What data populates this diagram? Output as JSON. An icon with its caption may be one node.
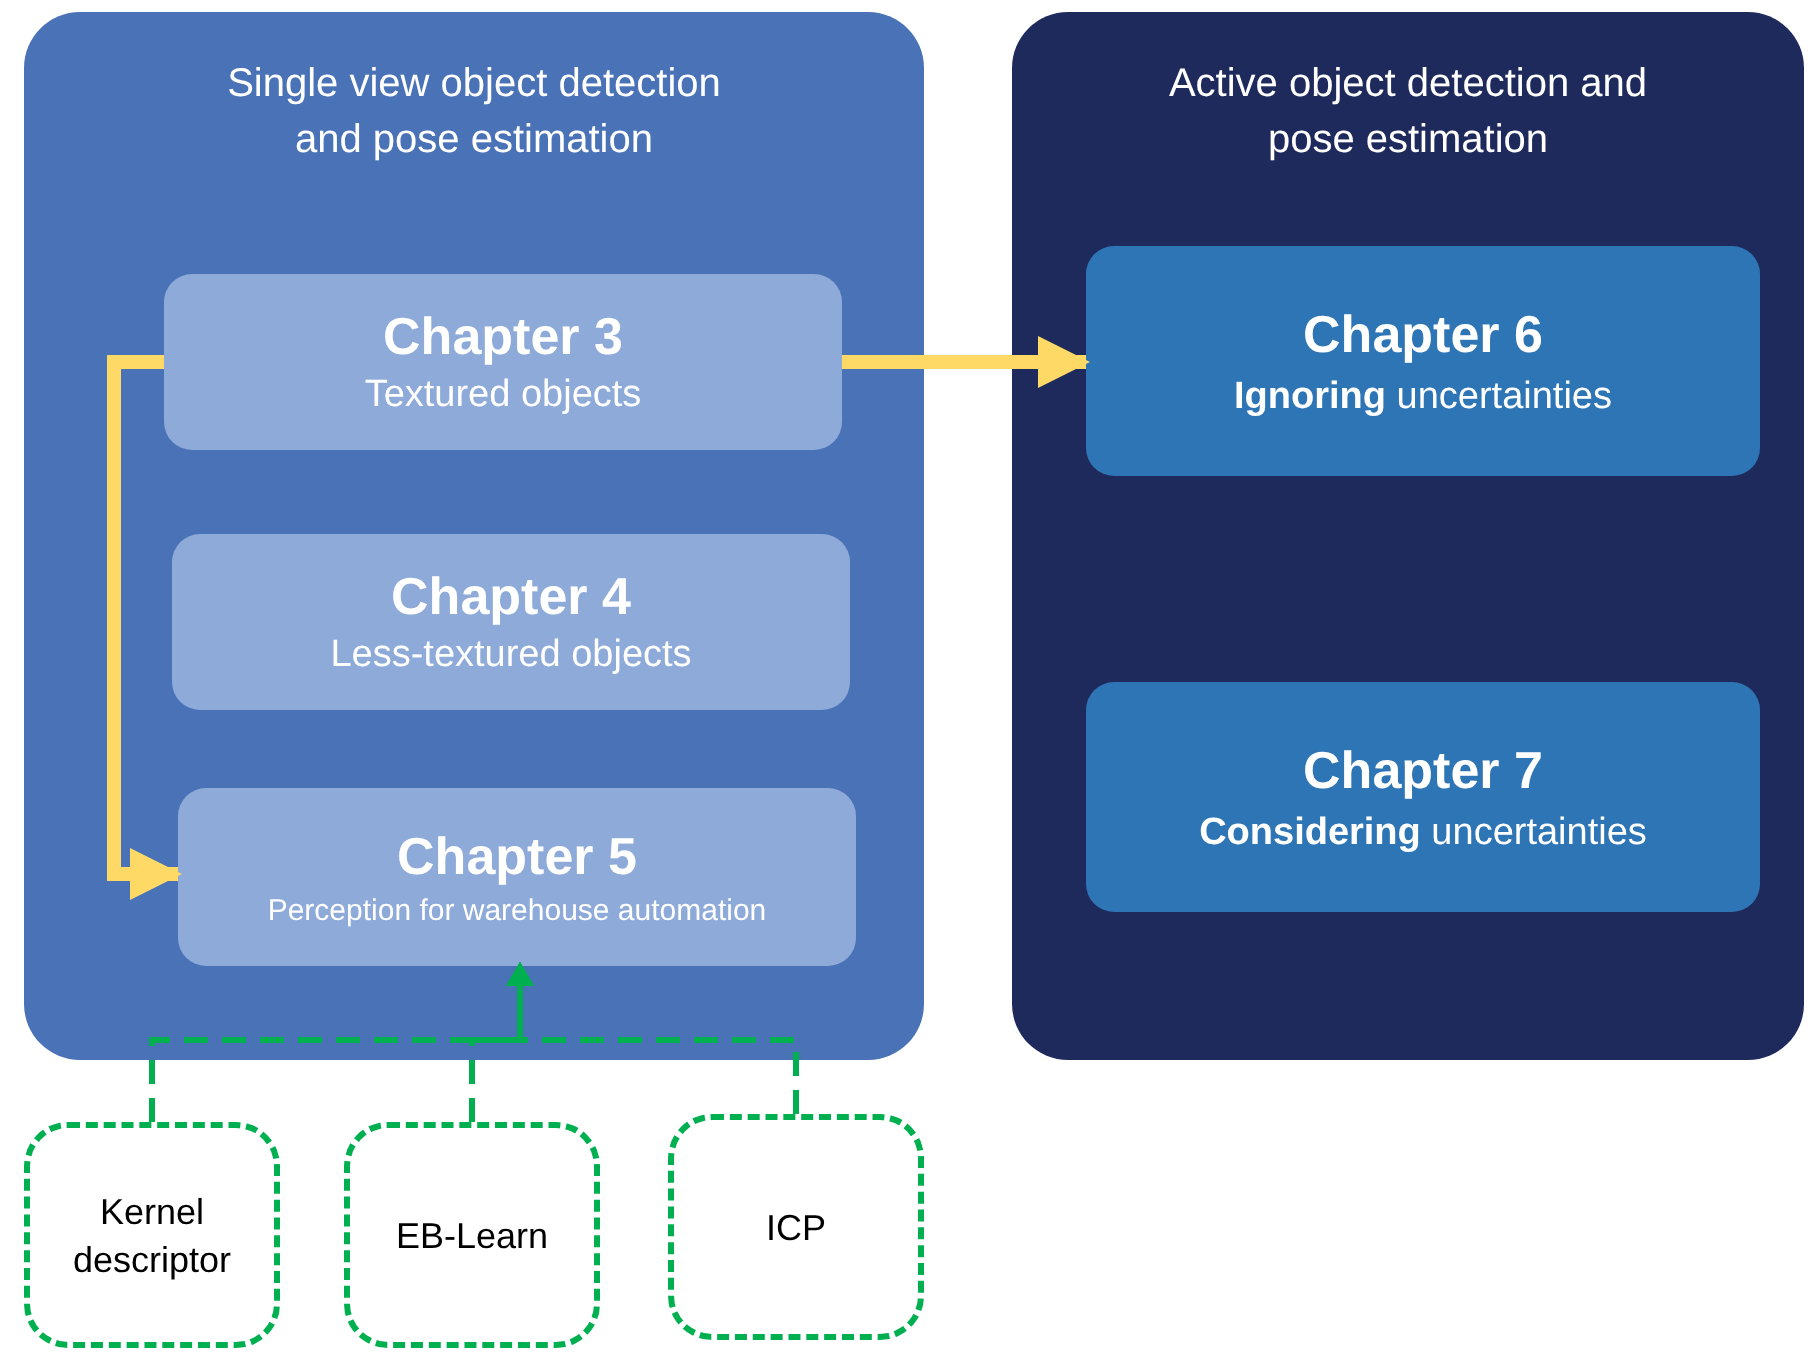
{
  "diagram": {
    "nodes": [
      {
        "text": [
          "Single view object detection and pose estimation"
        ]
      },
      {
        "text": [
          "Chapter 3",
          "Textured objects"
        ],
        "in": 0
      },
      {
        "text": [
          "Chapter 4",
          "Less-textured objects"
        ],
        "in": 0
      },
      {
        "text": [
          "Chapter 5",
          "Perception for warehouse automation"
        ],
        "in": 0
      },
      {
        "text": [
          "Active object detection and pose estimation"
        ]
      },
      {
        "text": [
          "Chapter 6",
          "**Ignoring** uncertainties"
        ],
        "in": 4
      },
      {
        "text": [
          "Chapter 7",
          "**Considering** uncertainties"
        ],
        "in": 4
      },
      {
        "text": [
          "Kernel descriptor"
        ]
      },
      {
        "text": [
          "EB-Learn"
        ]
      },
      {
        "text": [
          "ICP"
        ]
      }
    ],
    "edges": [
      {
        "from": 1,
        "to": 5,
        "arrow": "to",
        "style": "thick",
        "color": "#ffd966"
      },
      {
        "from": 1,
        "to": 3,
        "arrow": "to",
        "style": "thick",
        "color": "#ffd966"
      },
      {
        "from": 7,
        "to": 3,
        "arrow": "to",
        "style": "dashed"
      },
      {
        "from": 8,
        "to": 3,
        "arrow": "to",
        "style": "dashed"
      },
      {
        "from": 9,
        "to": 3,
        "arrow": "to",
        "style": "dashed"
      }
    ]
  }
}
